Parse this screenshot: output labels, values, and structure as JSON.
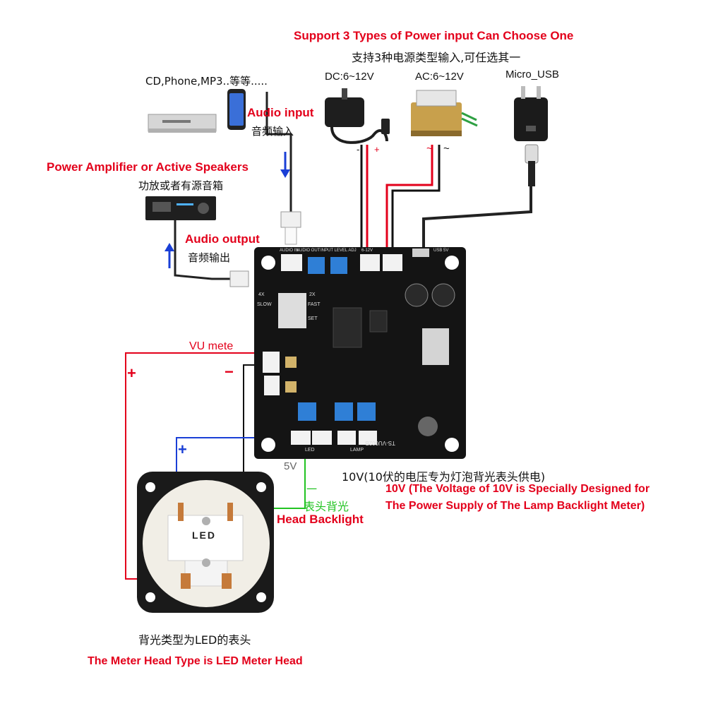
{
  "headline": {
    "en": "Support 3 Types of Power input Can Choose One",
    "zh": "支持3种电源类型输入,可任选其一"
  },
  "power_inputs": {
    "dc": "DC:6~12V",
    "ac": "AC:6~12V",
    "usb": "Micro_USB",
    "dc_minus": "-",
    "dc_plus": "+",
    "ac_tilde_1": "~",
    "ac_tilde_2": "~"
  },
  "audio_source": {
    "devices": "CD,Phone,MP3..等等.....",
    "input_en": "Audio input",
    "input_zh": "音频输入"
  },
  "amplifier": {
    "label_en": "Power Amplifier or Active Speakers",
    "label_zh": "功放或者有源音箱",
    "output_en": "Audio output",
    "output_zh": "音频输出"
  },
  "meter_wiring": {
    "vu_label": "VU mete",
    "plus": "+",
    "minus": "−",
    "led_plus": "+",
    "five_v": "5V",
    "backlight_minus": "一",
    "backlight_zh": "表头背光",
    "backlight_en": "Head Backlight"
  },
  "lamp_note": {
    "zh": "10V(10伏的电压专为灯泡背光表头供电)",
    "en_line1": "10V (The Voltage of 10V is Specially Designed for",
    "en_line2": "The Power Supply of The Lamp Backlight Meter)"
  },
  "meter_head": {
    "led_label": "LED",
    "caption_zh": "背光类型为LED的表头",
    "caption_en": "The Meter Head Type is LED Meter Head"
  },
  "board": {
    "model": "TS-VU002B",
    "switch_labels": [
      "4X",
      "SLOW",
      "2X",
      "FAST",
      "SET"
    ],
    "header_labels": [
      "AUDIO IN",
      "AUDIO OUT",
      "INPUT LEVEL ADJ",
      "6-12V",
      "USB 5V",
      "LED",
      "LAMP"
    ]
  },
  "colors": {
    "red": "#e3001b",
    "blue": "#1a3fd6",
    "green": "#22c322",
    "pcb": "#141414"
  }
}
